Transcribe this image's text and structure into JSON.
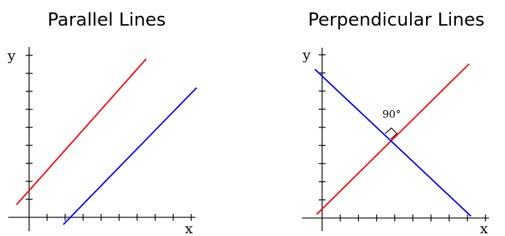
{
  "panels": [
    {
      "title": "Parallel Lines",
      "xlabel": "x",
      "ylabel": "y",
      "annotation": "",
      "lines": [
        {
          "color": "#ff0000",
          "x": [
            -0.7,
            6.5
          ],
          "y": [
            0.7,
            8.8
          ]
        },
        {
          "color": "#0000ff",
          "x": [
            1.9,
            9.3
          ],
          "y": [
            -0.4,
            7.2
          ]
        }
      ]
    },
    {
      "title": "Perpendicular Lines",
      "xlabel": "x",
      "ylabel": "y",
      "annotation": "90°",
      "lines": [
        {
          "color": "#ff0000",
          "x": [
            -0.3,
            8.1
          ],
          "y": [
            0.2,
            8.5
          ]
        },
        {
          "color": "#0000ff",
          "x": [
            -0.4,
            8.2
          ],
          "y": [
            8.2,
            0.1
          ]
        }
      ]
    }
  ],
  "colors": {
    "red_line": "#ff0000",
    "blue_line": "#0000ff",
    "axes": "#000000"
  }
}
